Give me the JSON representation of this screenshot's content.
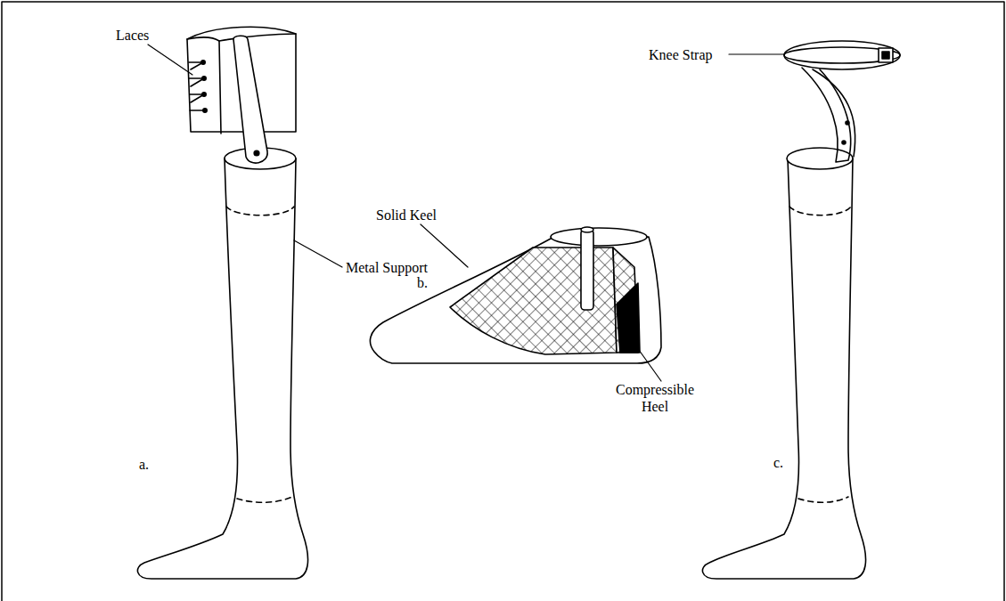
{
  "diagram": {
    "labels": [
      "Laces",
      "Metal Support",
      "Solid Keel",
      "Compressible Heel",
      "Knee Strap",
      "a.",
      "b.",
      "c."
    ]
  }
}
